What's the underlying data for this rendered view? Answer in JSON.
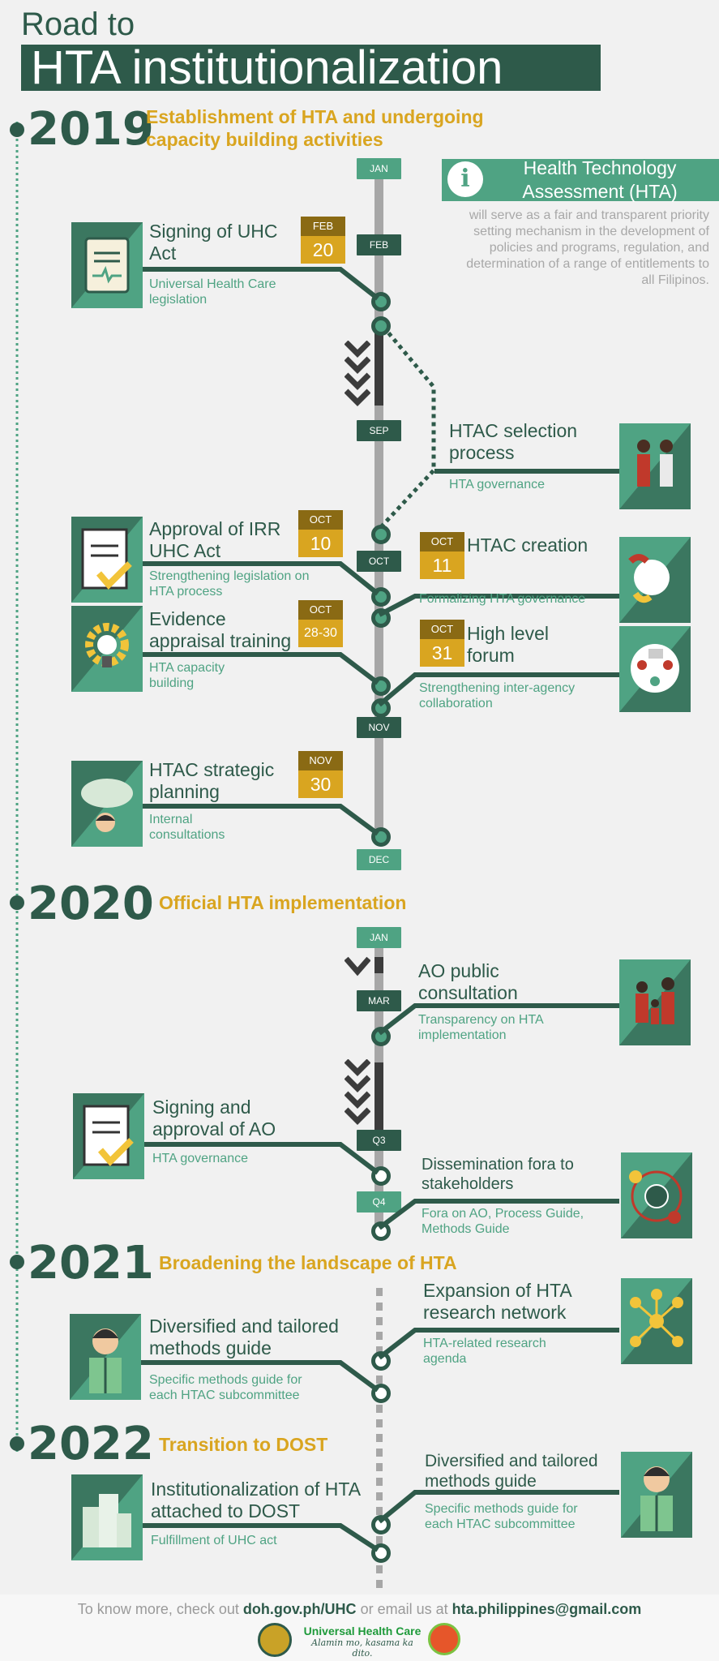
{
  "header": {
    "pre_title": "Road to",
    "title": "HTA institutionalization"
  },
  "info": {
    "title": "Health Technology Assessment (HTA)",
    "description": "will serve as a fair and transparent priority setting mechanism in the development of policies and programs, regulation, and determination of a range of entitlements to all Filipinos."
  },
  "years": [
    {
      "year": "2019",
      "subtitle": "Establishment of HTA and undergoing capacity building activities"
    },
    {
      "year": "2020",
      "subtitle": "Official HTA implementation"
    },
    {
      "year": "2021",
      "subtitle": "Broadening the landscape of HTA"
    },
    {
      "year": "2022",
      "subtitle": "Transition to DOST"
    }
  ],
  "months": {
    "jan19": "JAN",
    "feb19": "FEB",
    "sep19": "SEP",
    "oct19": "OCT",
    "nov19": "NOV",
    "dec19": "DEC",
    "jan20": "JAN",
    "mar20": "MAR",
    "q3": "Q3",
    "q4": "Q4"
  },
  "events": {
    "uhc": {
      "title": "Signing of UHC Act",
      "subtitle": "Universal Health Care legislation",
      "month": "FEB",
      "day": "20"
    },
    "htac_sel": {
      "title": "HTAC selection process",
      "subtitle": "HTA governance"
    },
    "irr": {
      "title": "Approval of IRR UHC Act",
      "subtitle": "Strengthening legislation on HTA process",
      "month": "OCT",
      "day": "10"
    },
    "htac_create": {
      "title": "HTAC creation",
      "subtitle": "Formalizing HTA governance",
      "month": "OCT",
      "day": "11"
    },
    "evidence": {
      "title": "Evidence appraisal training",
      "subtitle": "HTA capacity building",
      "month": "OCT",
      "day": "28-30"
    },
    "forum": {
      "title": "High level forum",
      "subtitle": "Strengthening inter-agency collaboration",
      "month": "OCT",
      "day": "31"
    },
    "planning": {
      "title": "HTAC strategic planning",
      "subtitle": "Internal consultations",
      "month": "NOV",
      "day": "30"
    },
    "ao_public": {
      "title": "AO public consultation",
      "subtitle": "Transparency on HTA implementation"
    },
    "ao_sign": {
      "title": "Signing and approval of AO",
      "subtitle": "HTA governance"
    },
    "dissem": {
      "title": "Dissemination fora to stakeholders",
      "subtitle": "Fora on AO, Process Guide, Methods Guide"
    },
    "expansion": {
      "title": "Expansion of HTA research network",
      "subtitle": "HTA-related research agenda"
    },
    "methods21": {
      "title": "Diversified and tailored methods guide",
      "subtitle": "Specific methods guide for each HTAC subcommittee"
    },
    "dost": {
      "title": "Institutionalization of HTA attached to DOST",
      "subtitle": "Fulfillment of UHC act"
    },
    "methods22": {
      "title": "Diversified and tailored methods guide",
      "subtitle": "Specific methods guide for each HTAC subcommittee"
    }
  },
  "footer": {
    "text1": "To know more, check out",
    "url": "doh.gov.ph/UHC",
    "text2": "or email us at",
    "email": "hta.philippines@gmail.com",
    "uhc_logo": "Universal Health Care",
    "uhc_tagline": "Alamin mo, kasama ka dito."
  },
  "colors": {
    "primary": "#2e5a4a",
    "accent": "#4fa383",
    "gold": "#d9a520",
    "gold_dark": "#8a6a14"
  }
}
